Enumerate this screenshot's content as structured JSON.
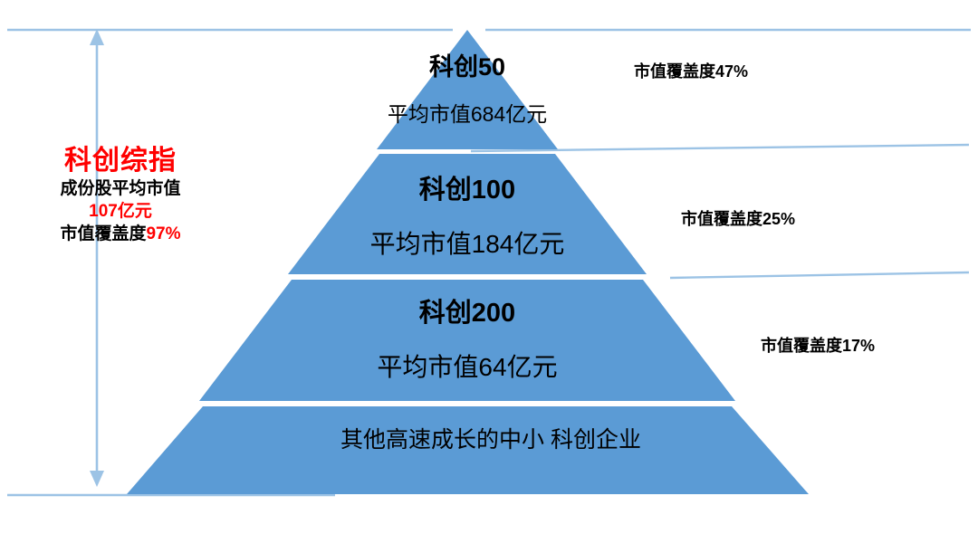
{
  "diagram": {
    "title_block": {
      "heading": "科创综指",
      "line1": "成份股平均市值",
      "line2": "107亿元",
      "line3_prefix": "市值覆盖度",
      "line3_value": "97%",
      "heading_color": "#FF0000",
      "value_color": "#FF0000"
    },
    "pyramid": {
      "fill_color": "#5B9BD5",
      "tiers": [
        {
          "name": "科创50",
          "value": "平均市值684亿元"
        },
        {
          "name": "科创100",
          "value": "平均市值184亿元"
        },
        {
          "name": "科创200",
          "value": "平均市值64亿元"
        },
        {
          "name": "",
          "value": "其他高速成长的中小\n科创企业"
        }
      ]
    },
    "coverage_labels": [
      {
        "text": "市值覆盖度47%"
      },
      {
        "text": "市值覆盖度25%"
      },
      {
        "text": "市值覆盖度17%"
      }
    ],
    "connector_color": "#8EB4E3"
  }
}
